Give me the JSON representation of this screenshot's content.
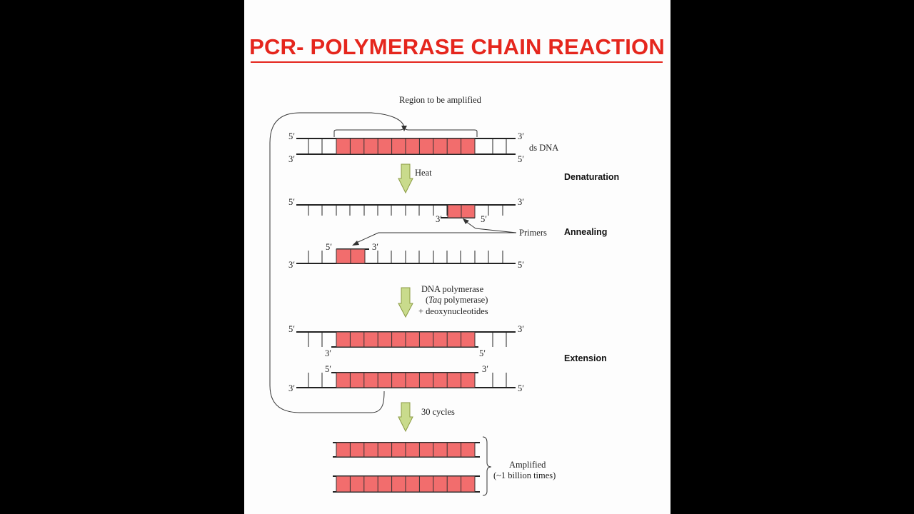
{
  "title": "PCR- POLYMERASE CHAIN REACTION",
  "colors": {
    "title": "#e5261d",
    "segment_fill": "#f26d6d",
    "arrow_fill": "#c9db8c",
    "arrow_stroke": "#8a9a42"
  },
  "labels": {
    "region": "Region to be amplified",
    "ds_dna": "ds DNA",
    "heat": "Heat",
    "primers": "Primers",
    "polymerase_line1": "DNA polymerase",
    "taq": "Taq",
    "polymerase_line2_rest": " polymerase)",
    "polymerase_line2_open": "(",
    "polymerase_line3": "+ deoxynucleotides",
    "cycles": "30 cycles",
    "amplified_line1": "Amplified",
    "amplified_line2": "(~1 billion times)"
  },
  "stages": {
    "denaturation": "Denaturation",
    "annealing": "Annealing",
    "extension": "Extension"
  },
  "ends": {
    "five": "5′",
    "three": "3′"
  }
}
